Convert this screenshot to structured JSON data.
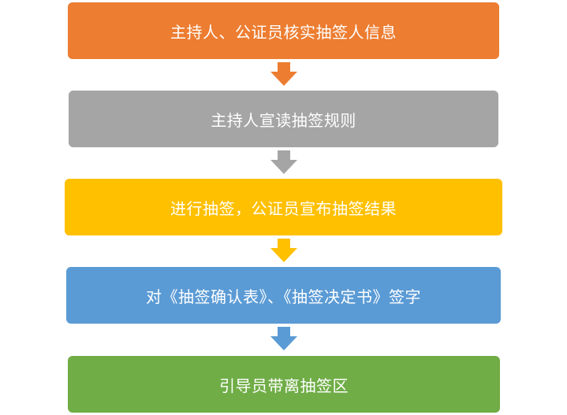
{
  "steps": [
    {
      "label": "主持人、公证员核实抽签人信息",
      "color": "#ED7D31"
    },
    {
      "label": "主持人宣读抽签规则",
      "color": "#A5A5A5"
    },
    {
      "label": "进行抽签，公证员宣布抽签结果",
      "color": "#FFC000"
    },
    {
      "label": "对《抽签确认表》、《抽签决定书》签字",
      "color": "#5B9BD5"
    },
    {
      "label": "引导员带离抽签区",
      "color": "#70AD47"
    }
  ],
  "arrows": [
    {
      "icon": "down-arrow-icon",
      "color": "#ED7D31"
    },
    {
      "icon": "down-arrow-icon",
      "color": "#A5A5A5"
    },
    {
      "icon": "down-arrow-icon",
      "color": "#FFC000"
    },
    {
      "icon": "down-arrow-icon",
      "color": "#5B9BD5"
    }
  ]
}
